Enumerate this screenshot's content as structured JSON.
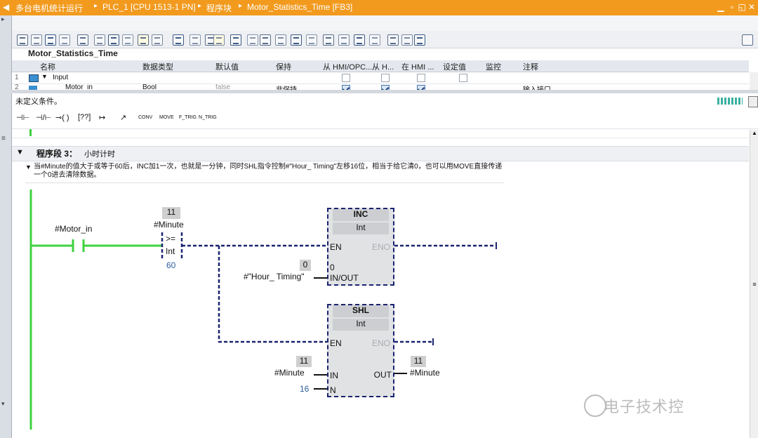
{
  "breadcrumb": {
    "project": "多台电机统计运行",
    "plc": "PLC_1 [CPU 1513-1 PN]",
    "folder": "程序块",
    "block": "Motor_Statistics_Time [FB3]"
  },
  "interface": {
    "block_name": "Motor_Statistics_Time",
    "columns": [
      "名称",
      "数据类型",
      "默认值",
      "保持",
      "从 HMI/OPC...",
      "从 H...",
      "在 HMI ...",
      "设定值",
      "监控",
      "注释"
    ],
    "rows": [
      {
        "num": "1",
        "name": "Input",
        "type": "",
        "default": "",
        "retain": "",
        "comment": ""
      },
      {
        "num": "2",
        "name": "Motor_in",
        "type": "Bool",
        "default": "false",
        "retain": "非保持",
        "comment": "输入接口"
      }
    ]
  },
  "editor": {
    "condition_text": "未定义条件。",
    "instructions": [
      "CONV",
      "MOVE",
      "F_TRIG",
      "N_TRIG"
    ]
  },
  "network": {
    "title": "程序段 3：",
    "subtitle": "小时计时",
    "comment": "当#Minute的值大于或等于60后，INC加1一次，也就是一分钟，同时SHL指令控制#\"Hour_ Timing\"左移16位，相当于给它清0，也可以用MOVE直接传递一个0进去清除数据。"
  },
  "ladder": {
    "contact": {
      "operand": "#Motor_in"
    },
    "compare": {
      "value": "11",
      "operand": "#Minute",
      "op": ">=",
      "type": "Int",
      "in2": "60"
    },
    "inc": {
      "name": "INC",
      "type": "Int",
      "en": "EN",
      "eno": "ENO",
      "inout_pin": "IN/OUT",
      "inout_value": "0",
      "inout_inner": "0",
      "inout_operand": "#\"Hour_ Timing\""
    },
    "shl": {
      "name": "SHL",
      "type": "Int",
      "en": "EN",
      "eno": "ENO",
      "in_pin": "IN",
      "n_pin": "N",
      "out_pin": "OUT",
      "in_value": "11",
      "in_operand": "#Minute",
      "n_value": "16",
      "out_value": "11",
      "out_operand": "#Minute"
    }
  },
  "watermark": "电子技术控",
  "colors": {
    "titlebar": "#f29a1e",
    "rail": "#3fd23f",
    "wire": "#1a2470",
    "const": "#2e5f9b"
  }
}
